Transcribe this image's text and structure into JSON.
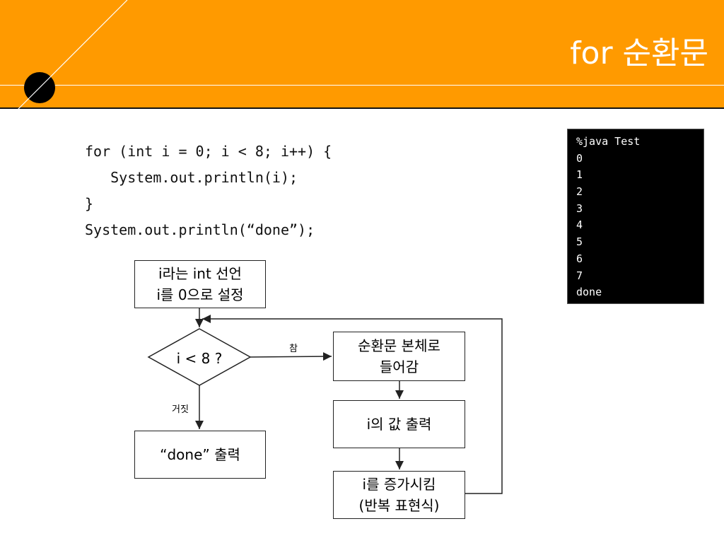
{
  "slide": {
    "title": "for 순환문",
    "colors": {
      "header": "#ff9a00",
      "terminal_bg": "#000000"
    }
  },
  "code": [
    "for (int i = 0; i < 8; i++) {",
    "   System.out.println(i);",
    "}",
    "System.out.println(“done”);"
  ],
  "terminal": [
    "%java Test",
    "0",
    "1",
    "2",
    "3",
    "4",
    "5",
    "6",
    "7",
    "done"
  ],
  "flowchart": {
    "declare": [
      "i라는 int 선언",
      "i를 0으로 설정"
    ],
    "condition": "i < 8 ?",
    "true_label": "참",
    "false_label": "거짓",
    "done_box": "“done” 출력",
    "body_box": [
      "순환문 본체로",
      "들어감"
    ],
    "print_box": "i의 값 출력",
    "increment_box": [
      "i를 증가시킴",
      "(반복 표현식)"
    ]
  }
}
